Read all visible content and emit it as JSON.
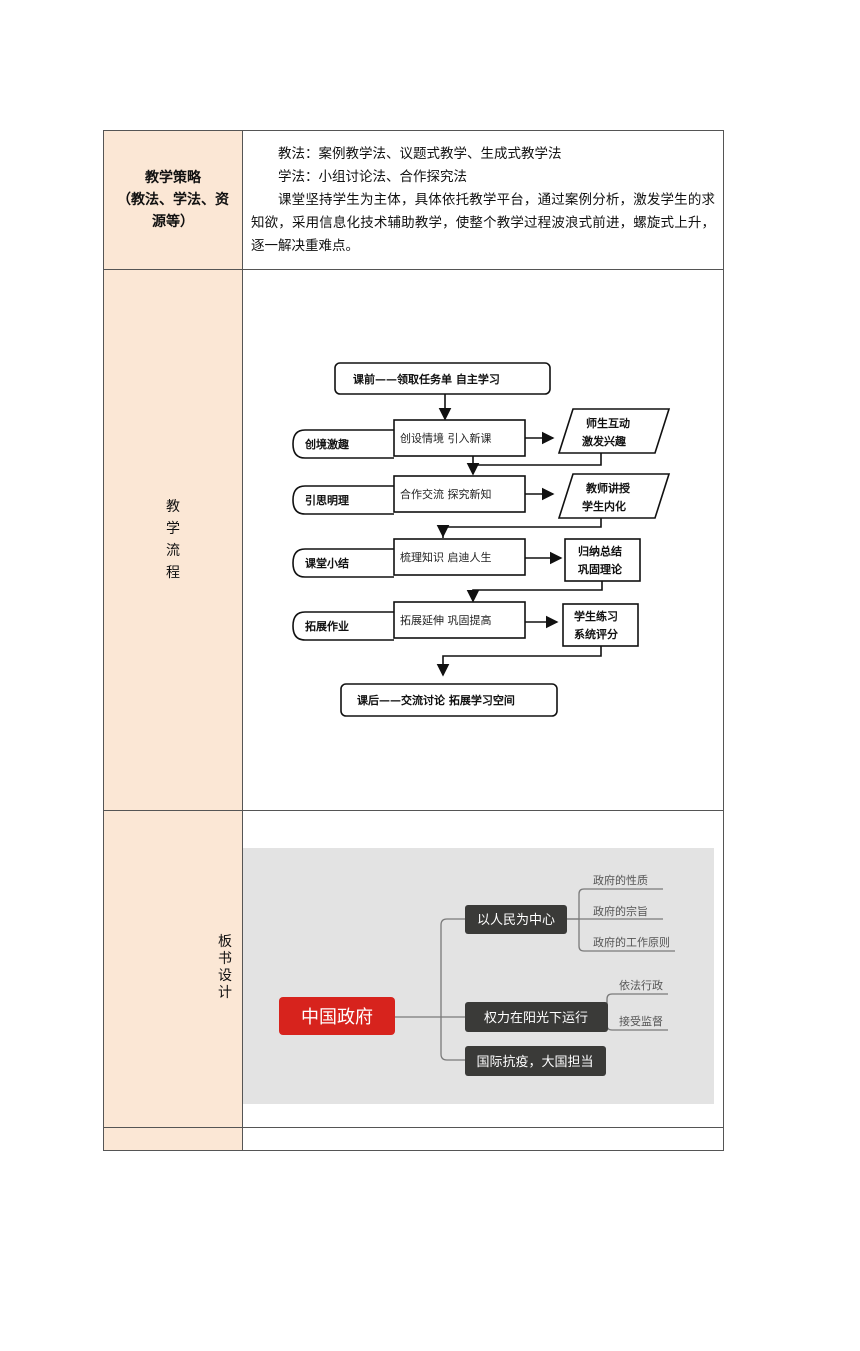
{
  "strategy": {
    "label_line1": "教学策略",
    "label_line2": "（教法、学法、资",
    "label_line3": "源等）",
    "teach_method": "教法：案例教学法、议题式教学、生成式教学法",
    "learn_method": "学法：小组讨论法、合作探究法",
    "description": "课堂坚持学生为主体，具体依托教学平台，通过案例分析，激发学生的求知欲，采用信息化技术辅助教学，使整个教学过程波浪式前进，螺旋式上升，逐一解决重难点。"
  },
  "flow": {
    "label_chars": [
      "教",
      "学",
      "流",
      "程"
    ],
    "start": "课前——领取任务单 自主学习",
    "end": "课后——交流讨论 拓展学习空间",
    "stages": [
      {
        "name": "创境激趣",
        "activity": "创设情境 引入新课",
        "result_line1": "师生互动",
        "result_line2": "激发兴趣"
      },
      {
        "name": "引思明理",
        "activity": "合作交流 探究新知",
        "result_line1": "教师讲授",
        "result_line2": "学生内化"
      },
      {
        "name": "课堂小结",
        "activity": "梳理知识 启迪人生",
        "result_line1": "归纳总结",
        "result_line2": "巩固理论"
      },
      {
        "name": "拓展作业",
        "activity": "拓展延伸 巩固提高",
        "result_line1": "学生练习",
        "result_line2": "系统评分"
      }
    ]
  },
  "board": {
    "label_chars": [
      "板",
      "书",
      "设",
      "计"
    ],
    "center": "中国政府",
    "branches": [
      {
        "title": "以人民为中心",
        "leaves": [
          "政府的性质",
          "政府的宗旨",
          "政府的工作原则"
        ]
      },
      {
        "title": "权力在阳光下运行",
        "leaves": [
          "依法行政",
          "接受监督"
        ]
      },
      {
        "title": "国际抗疫，大国担当",
        "leaves": []
      }
    ],
    "colors": {
      "center": "#d7231d",
      "branch": "#3a3a38",
      "background": "#e3e3e3"
    }
  }
}
